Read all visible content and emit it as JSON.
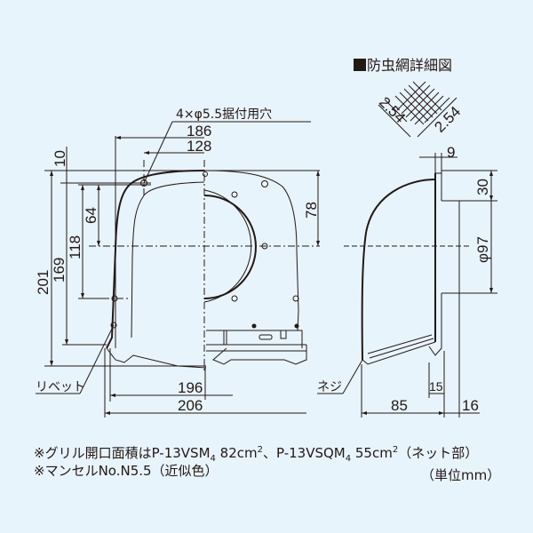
{
  "detail": {
    "title": "防虫網詳細図",
    "mesh_pitch_left": "2.54",
    "mesh_pitch_right": "2.54"
  },
  "front_view": {
    "mounting_hole_label": "4×φ5.5据付用穴",
    "rivet_label": "リベット",
    "dimensions": {
      "top_offset": "10",
      "total_height": "201",
      "hole_span_height": "169",
      "hole_to_bottom_hole": "118",
      "top_to_center": "64",
      "width_outer_top": "186",
      "width_hole_top": "128",
      "center_to_top_right": "78",
      "width_inner": "196",
      "width_total": "206"
    }
  },
  "side_view": {
    "screw_label": "ネジ",
    "dimensions": {
      "flange": "9",
      "top_to_duct": "30",
      "duct_diameter": "φ97",
      "depth": "85",
      "lip": "15",
      "duct_length": "16"
    }
  },
  "notes": {
    "line1_prefix": "※グリル開口面積はP-13VSM",
    "line1_sub1": "4",
    "line1_mid": " 82cm",
    "line1_sup1": "2",
    "line1_mid2": "、P-13VSQM",
    "line1_sub2": "4",
    "line1_mid3": " 55cm",
    "line1_sup2": "2",
    "line1_suffix": "（ネット部）",
    "line2": "※マンセルNo.N5.5（近似色）",
    "unit": "（単位mm）"
  }
}
